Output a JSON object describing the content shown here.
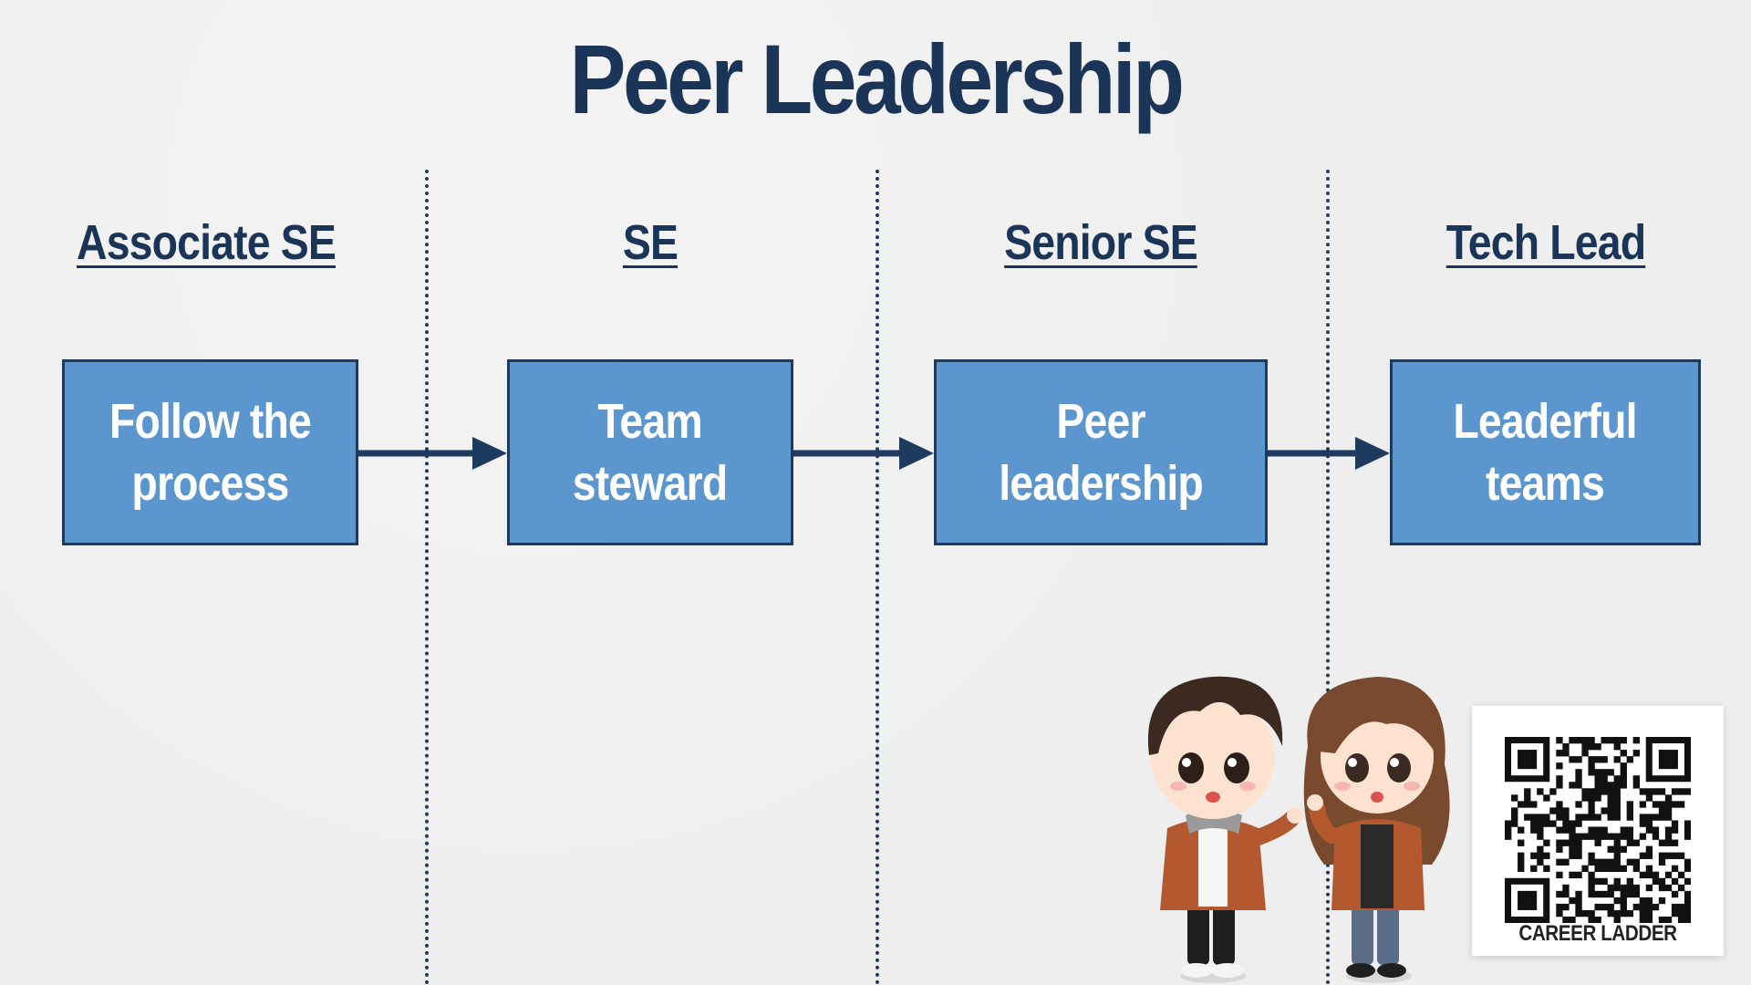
{
  "title": "Peer Leadership",
  "stages": [
    {
      "label": "Associate SE",
      "box": [
        "Follow the",
        "process"
      ]
    },
    {
      "label": "SE",
      "box": [
        "Team",
        "steward"
      ]
    },
    {
      "label": "Senior SE",
      "box": [
        "Peer",
        "leadership"
      ]
    },
    {
      "label": "Tech Lead",
      "box": [
        "Leaderful",
        "teams"
      ]
    }
  ],
  "qr": {
    "caption": "CAREER LADDER"
  },
  "colors": {
    "title": "#1a3558",
    "box_fill": "#5b96cf",
    "box_border": "#1e3a5f",
    "arrow": "#1e3a5f",
    "background": "#eeeeee"
  },
  "icons": [
    "arrow-right-icon",
    "qr-code-icon",
    "characters-illustration"
  ]
}
